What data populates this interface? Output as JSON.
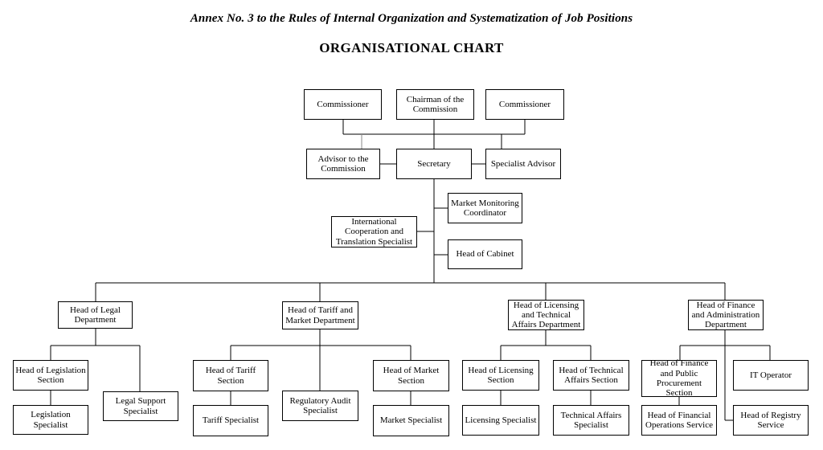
{
  "page": {
    "annex_title": "Annex No. 3 to the Rules of Internal Organization and Systematization of Job Positions",
    "chart_title": "ORGANISATIONAL CHART"
  },
  "colors": {
    "background": "#ffffff",
    "box_border": "#000000",
    "connector_line": "#000000",
    "connector_line_gray": "#8a8a8a",
    "text": "#000000"
  },
  "nodes": {
    "commissioner_left": {
      "label": "Commissioner"
    },
    "chairman": {
      "label": "Chairman of the Commission"
    },
    "commissioner_right": {
      "label": "Commissioner"
    },
    "advisor_commission": {
      "label": "Advisor to the Commission"
    },
    "secretary": {
      "label": "Secretary"
    },
    "specialist_advisor": {
      "label": "Specialist Advisor"
    },
    "market_monitoring_coordinator": {
      "label": "Market Monitoring Coordinator"
    },
    "intl_cooperation_translation": {
      "label": "International Cooperation and Translation Specialist"
    },
    "head_of_cabinet": {
      "label": "Head of Cabinet"
    },
    "head_legal_department": {
      "label": "Head of Legal Department"
    },
    "head_tariff_market_department": {
      "label": "Head of Tariff and Market Department"
    },
    "head_licensing_technical_department": {
      "label": "Head of Licensing and Technical Affairs Department"
    },
    "head_finance_admin_department": {
      "label": "Head of Finance and Administration Department"
    },
    "head_legislation_section": {
      "label": "Head of Legislation Section"
    },
    "legal_support_specialist": {
      "label": "Legal Support Specialist"
    },
    "legislation_specialist": {
      "label": "Legislation Specialist"
    },
    "head_tariff_section": {
      "label": "Head of Tariff Section"
    },
    "regulatory_audit_specialist": {
      "label": "Regulatory Audit Specialist"
    },
    "tariff_specialist": {
      "label": "Tariff Specialist"
    },
    "head_market_section": {
      "label": "Head of Market Section"
    },
    "market_specialist": {
      "label": "Market Specialist"
    },
    "head_licensing_section": {
      "label": "Head of Licensing Section"
    },
    "licensing_specialist": {
      "label": "Licensing Specialist"
    },
    "head_technical_affairs_section": {
      "label": "Head of Technical Affairs Section"
    },
    "technical_affairs_specialist": {
      "label": "Technical Affairs Specialist"
    },
    "head_finance_procurement_section": {
      "label": "Head of Finance and Public Procurement Section"
    },
    "head_financial_operations_service": {
      "label": "Head of Financial Operations Service"
    },
    "it_operator": {
      "label": "IT Operator"
    },
    "head_registry_service": {
      "label": "Head of Registry Service"
    }
  },
  "hierarchy": [
    {
      "parent": "chairman",
      "children": [
        "secretary"
      ]
    },
    {
      "parent": "top_row_line",
      "children": [
        "advisor_commission",
        "specialist_advisor"
      ]
    },
    {
      "parent": "secretary",
      "children": [
        "intl_cooperation_translation",
        "market_monitoring_coordinator",
        "head_of_cabinet",
        "head_legal_department",
        "head_tariff_market_department",
        "head_licensing_technical_department",
        "head_finance_admin_department"
      ]
    },
    {
      "parent": "head_legal_department",
      "children": [
        "head_legislation_section",
        "legal_support_specialist"
      ]
    },
    {
      "parent": "head_legislation_section",
      "children": [
        "legislation_specialist"
      ]
    },
    {
      "parent": "head_tariff_market_department",
      "children": [
        "head_tariff_section",
        "regulatory_audit_specialist",
        "head_market_section"
      ]
    },
    {
      "parent": "head_tariff_section",
      "children": [
        "tariff_specialist"
      ]
    },
    {
      "parent": "head_market_section",
      "children": [
        "market_specialist"
      ]
    },
    {
      "parent": "head_licensing_technical_department",
      "children": [
        "head_licensing_section",
        "head_technical_affairs_section"
      ]
    },
    {
      "parent": "head_licensing_section",
      "children": [
        "licensing_specialist"
      ]
    },
    {
      "parent": "head_technical_affairs_section",
      "children": [
        "technical_affairs_specialist"
      ]
    },
    {
      "parent": "head_finance_admin_department",
      "children": [
        "head_finance_procurement_section",
        "it_operator",
        "head_registry_service"
      ]
    },
    {
      "parent": "head_finance_procurement_section",
      "children": [
        "head_financial_operations_service"
      ]
    }
  ]
}
